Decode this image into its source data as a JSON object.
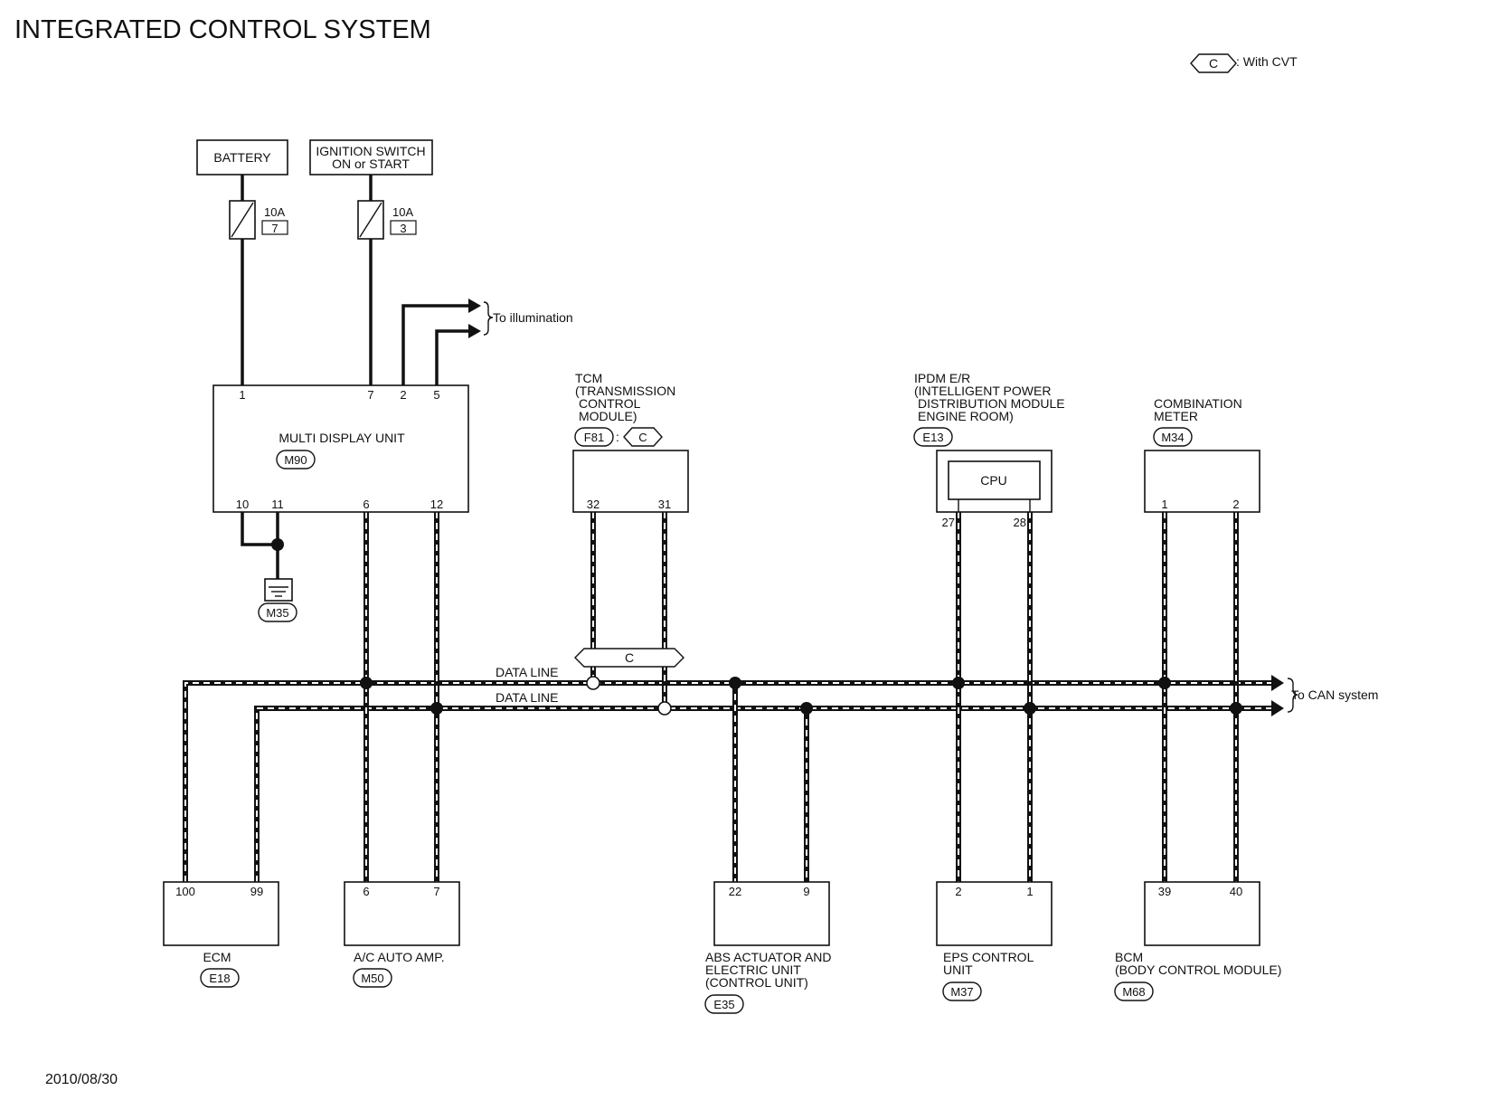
{
  "title": "INTEGRATED CONTROL SYSTEM",
  "legend": {
    "symbol": "C",
    "text": ": With CVT"
  },
  "date": "2010/08/30",
  "power": {
    "battery": "BATTERY",
    "ignition_line1": "IGNITION SWITCH",
    "ignition_line2": "ON or START",
    "fuse1_rating": "10A",
    "fuse1_no": "7",
    "fuse2_rating": "10A",
    "fuse2_no": "3",
    "illumination": "To illumination"
  },
  "mdu": {
    "name": "MULTI DISPLAY UNIT",
    "connector": "M90",
    "pins": {
      "p1": "1",
      "p7": "7",
      "p2": "2",
      "p5": "5",
      "p10": "10",
      "p11": "11",
      "p6": "6",
      "p12": "12"
    },
    "ground": "M35"
  },
  "tcm": {
    "line1": "TCM",
    "line2": "(TRANSMISSION",
    "line3": "CONTROL",
    "line4": "MODULE)",
    "connector": "F81",
    "option": "C",
    "pin_a": "32",
    "pin_b": "31"
  },
  "ipdm": {
    "line1": "IPDM E/R",
    "line2": "(INTELLIGENT POWER",
    "line3": "DISTRIBUTION MODULE",
    "line4": "ENGINE ROOM)",
    "connector": "E13",
    "cpu": "CPU",
    "pin_a": "27",
    "pin_b": "28"
  },
  "meter": {
    "line1": "COMBINATION",
    "line2": "METER",
    "connector": "M34",
    "pin_a": "1",
    "pin_b": "2"
  },
  "bus": {
    "label_h": "DATA LINE",
    "label_l": "DATA LINE",
    "cvt_tag": "C",
    "to_can": "To CAN system"
  },
  "ecm": {
    "name": "ECM",
    "connector": "E18",
    "pin_a": "100",
    "pin_b": "99"
  },
  "ac": {
    "name": "A/C AUTO AMP.",
    "connector": "M50",
    "pin_a": "6",
    "pin_b": "7"
  },
  "abs": {
    "line1": "ABS ACTUATOR AND",
    "line2": "ELECTRIC UNIT",
    "line3": "(CONTROL UNIT)",
    "connector": "E35",
    "pin_a": "22",
    "pin_b": "9"
  },
  "eps": {
    "line1": "EPS CONTROL",
    "line2": "UNIT",
    "connector": "M37",
    "pin_a": "2",
    "pin_b": "1"
  },
  "bcm": {
    "line1": "BCM",
    "line2": "(BODY CONTROL MODULE)",
    "connector": "M68",
    "pin_a": "39",
    "pin_b": "40"
  }
}
